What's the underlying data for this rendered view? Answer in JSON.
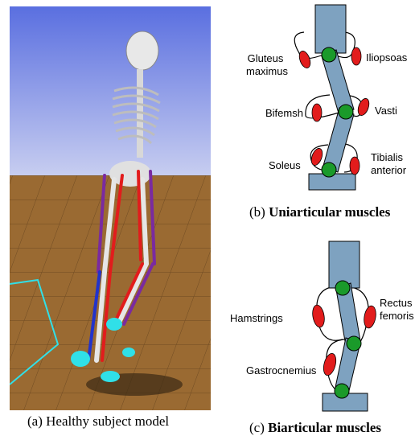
{
  "panels": {
    "a": {
      "prefix": "(a)",
      "caption": "Healthy subject model"
    },
    "b": {
      "prefix": "(b)",
      "caption": "Uniarticular muscles",
      "muscles": [
        "Gluteus",
        "maximus",
        "Iliopsoas",
        "Bifemsh",
        "Vasti",
        "Soleus",
        "Tibialis",
        "anterior"
      ]
    },
    "c": {
      "prefix": "(c)",
      "caption": "Biarticular muscles",
      "muscles": [
        "Hamstrings",
        "Rectus",
        "femoris",
        "Gastrocnemius"
      ]
    }
  },
  "colors": {
    "sky_top": "#5a6fe0",
    "sky_bottom": "#c7cdf0",
    "ground": "#9a6a32",
    "segment": "#7ea2c0",
    "joint": "#1a9a2a",
    "muscle": "#e21c1c",
    "muscle_blue": "#2233cc",
    "muscle_purple": "#7a2aa0",
    "marker": "#30e0e8"
  }
}
